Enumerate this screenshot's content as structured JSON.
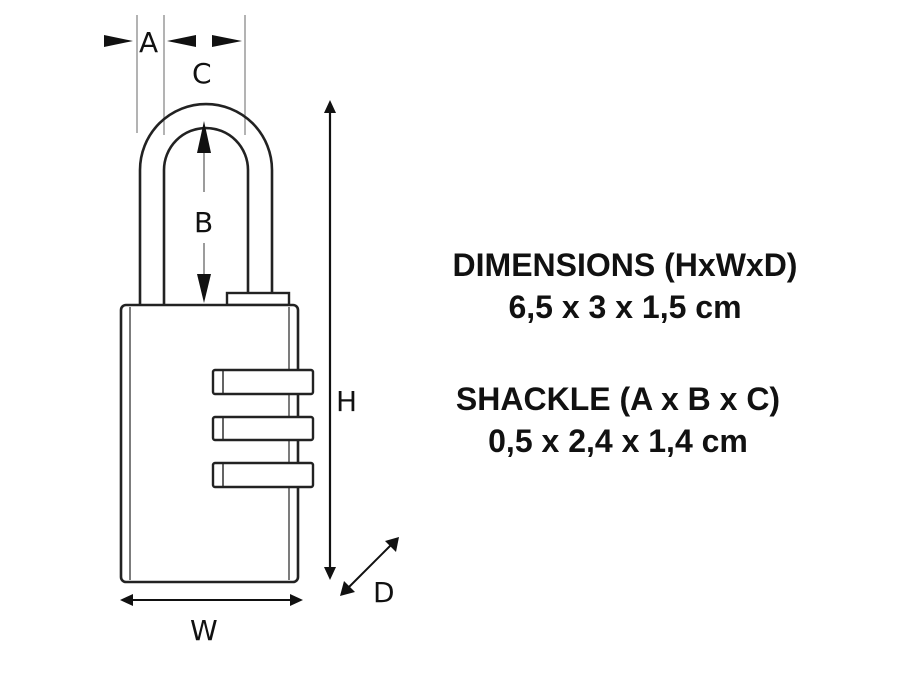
{
  "diagram": {
    "labels": {
      "a": "A",
      "b": "B",
      "c": "C",
      "h": "H",
      "w": "W",
      "d": "D"
    },
    "colors": {
      "stroke": "#222222",
      "guide": "#888888",
      "background": "#ffffff"
    }
  },
  "specs": {
    "dimensions": {
      "title": "DIMENSIONS (HxWxD)",
      "value": "6,5 x 3 x 1,5 cm"
    },
    "shackle": {
      "title": "SHACKLE (A x B x C)",
      "value": "0,5 x 2,4 x 1,4 cm"
    }
  }
}
